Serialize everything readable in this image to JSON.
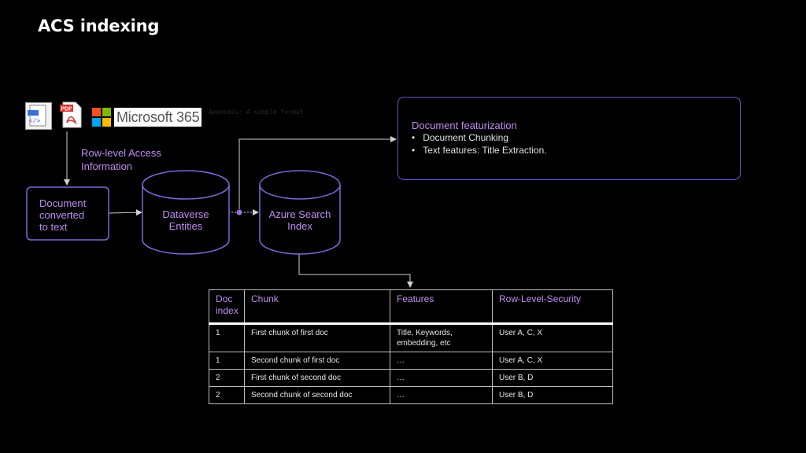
{
  "slide": {
    "title": "ACS indexing"
  },
  "sources": {
    "icons": [
      "html-file-icon",
      "pdf-file-icon",
      "microsoft-365-logo"
    ],
    "m365_label": "Microsoft 365"
  },
  "labels": {
    "rls_line1": "Row-level Access",
    "rls_line2": "Information"
  },
  "nodes": {
    "doc_line1": "Document",
    "doc_line2": "converted",
    "doc_line3": "to text",
    "dataverse_line1": "Dataverse",
    "dataverse_line2": "Entities",
    "azure_line1": "Azure Search",
    "azure_line2": "Index"
  },
  "featurization": {
    "title": "Document  featurization",
    "items": [
      "Document Chunking",
      "Text features: Title Extraction."
    ]
  },
  "table": {
    "headers": [
      "Doc index",
      "Chunk",
      "Features",
      "Row-Level-Security"
    ],
    "rows": [
      [
        "1",
        "First chunk of first doc",
        "Title, Keywords, embedding, etc",
        "User A, C, X"
      ],
      [
        "1",
        "Second chunk of first doc",
        "…",
        "User A, C, X"
      ],
      [
        "2",
        "First chunk of second doc",
        "…",
        "User B, D"
      ],
      [
        "2",
        "Second chunk of second doc",
        "…",
        "User B, D"
      ]
    ]
  },
  "colors": {
    "accent": "#c08df0",
    "node_border": "#7b6ad6",
    "box_border": "#6a55c9",
    "background": "#000000"
  }
}
